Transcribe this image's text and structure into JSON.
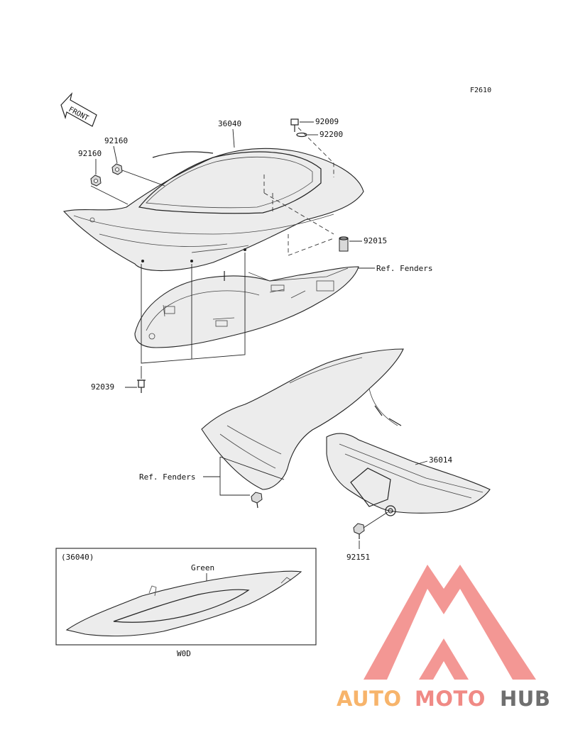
{
  "figure_code": "F2610",
  "direction_arrow": "FRONT",
  "part_labels": {
    "seat_cover": "36040",
    "bolt_top": "92009",
    "washer_top": "92200",
    "nut_upper": "92160",
    "nut_lower": "92160",
    "collar": "92015",
    "rivet": "92039",
    "side_cover": "36014",
    "screw": "92151",
    "ref_fenders_upper": "Ref. Fenders",
    "ref_fenders_lower": "Ref. Fenders"
  },
  "inset": {
    "code": "(36040)",
    "color_label": "Green",
    "variant": "W0D"
  },
  "watermark": {
    "part1": "AUTO",
    "part2": "MOTO",
    "part3": "HUB",
    "colors": {
      "auto": "#f7b46b",
      "moto": "#f08a85",
      "hub": "#6f6f6f",
      "triangle": "#f28c88"
    }
  }
}
